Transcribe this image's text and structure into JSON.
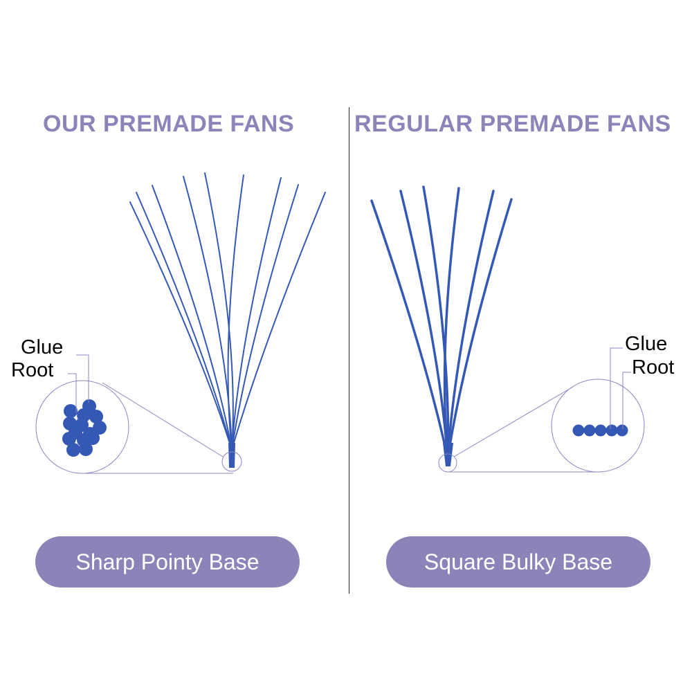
{
  "colors": {
    "heading": "#8c83b9",
    "fiber": "#3558b5",
    "outline": "#8a86c2",
    "pill": "#8c83b9"
  },
  "left": {
    "title": "OUR PREMADE FANS",
    "glue_label": "Glue",
    "root_label": "Root",
    "base_label": "Sharp Pointy Base"
  },
  "right": {
    "title": "REGULAR PREMADE FANS",
    "glue_label": "Glue",
    "root_label": "Root",
    "base_label": "Square Bulky Base"
  }
}
